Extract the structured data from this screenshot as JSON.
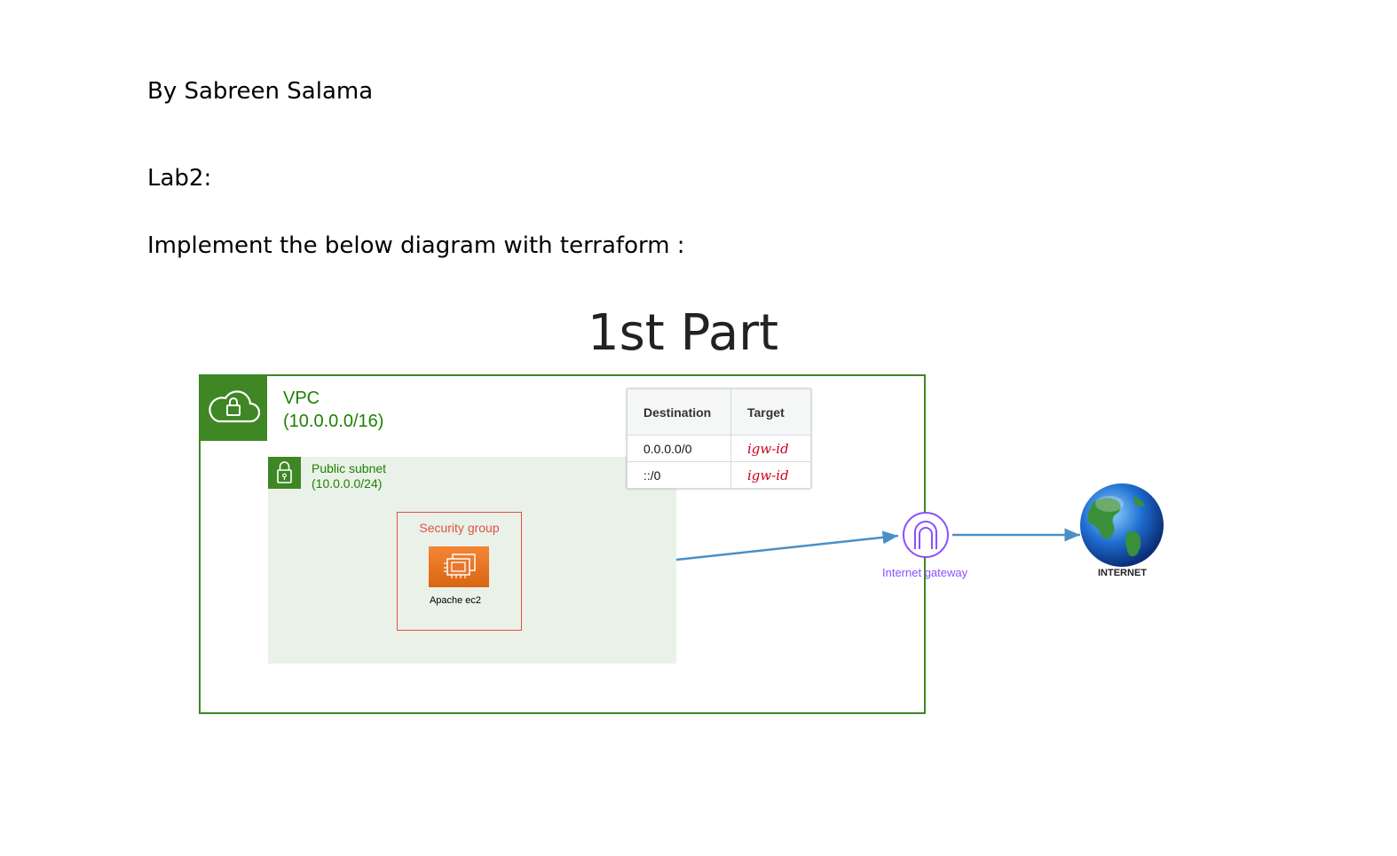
{
  "document": {
    "author_line": "By Sabreen Salama",
    "lab_line": "Lab2:",
    "instruction_line": "Implement the below diagram with terraform :"
  },
  "diagram": {
    "title": "1st Part",
    "vpc": {
      "label_line1": "VPC",
      "label_line2": "(10.0.0.0/16)",
      "icon": "cloud-lock-icon"
    },
    "subnet": {
      "label_line1": "Public subnet",
      "label_line2": "(10.0.0.0/24)",
      "icon": "padlock-icon"
    },
    "security_group": {
      "label": "Security group"
    },
    "instance": {
      "label": "Apache ec2",
      "icon": "ec2-instance-icon"
    },
    "route_table": {
      "headers": [
        "Destination",
        "Target"
      ],
      "rows": [
        {
          "destination": "0.0.0.0/0",
          "target": "igw-id"
        },
        {
          "destination": "::/0",
          "target": "igw-id"
        }
      ]
    },
    "internet_gateway": {
      "label": "Internet gateway",
      "icon": "internet-gateway-icon"
    },
    "internet": {
      "label": "INTERNET",
      "icon": "globe-icon"
    },
    "colors": {
      "vpc_green": "#3f8624",
      "subnet_fill": "#e9f1e8",
      "security_group_red": "#e05243",
      "ec2_orange": "#d86613",
      "igw_purple": "#8c4fff",
      "arrow_blue": "#4a90c8",
      "target_red": "#d0021b"
    }
  }
}
